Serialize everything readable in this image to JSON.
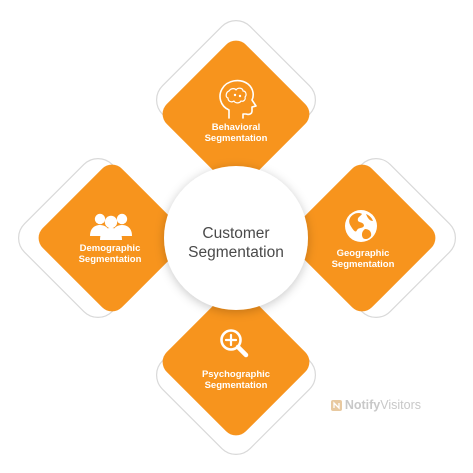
{
  "diagram": {
    "center": {
      "line1": "Customer",
      "line2": "Segmentation"
    },
    "tiles": {
      "behavioral": {
        "line1": "Behavioral",
        "line2": "Segmentation",
        "icon": "brain-head-icon"
      },
      "demographic": {
        "line1": "Demographic",
        "line2": "Segmentation",
        "icon": "people-group-icon"
      },
      "geographic": {
        "line1": "Geographic",
        "line2": "Segmentation",
        "icon": "globe-icon"
      },
      "psychographic": {
        "line1": "Psychographic",
        "line2": "Segmentation",
        "icon": "zoom-in-magnifier-icon"
      }
    },
    "colors": {
      "tile": "#F7941D",
      "outline": "#D9D9D9",
      "center": "#FFFFFF"
    }
  },
  "watermark": {
    "bold": "Notify",
    "regular": "Visitors"
  }
}
